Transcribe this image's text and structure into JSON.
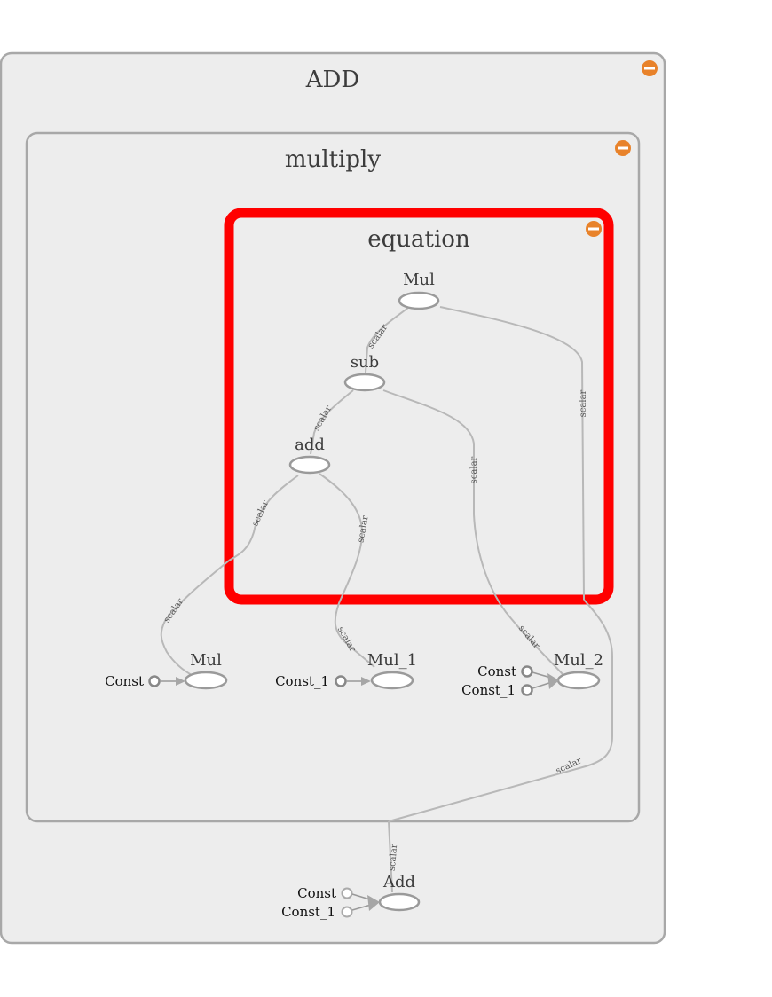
{
  "scopes": {
    "outer": {
      "title": "ADD"
    },
    "middle": {
      "title": "multiply"
    },
    "inner": {
      "title": "equation"
    }
  },
  "ops": {
    "eq_mul": "Mul",
    "eq_sub": "sub",
    "eq_add": "add",
    "mul": "Mul",
    "mul_1": "Mul_1",
    "mul_2": "Mul_2",
    "add_final": "Add"
  },
  "consts": {
    "mul_const": "Const",
    "mul1_const": "Const_1",
    "mul2_const": "Const",
    "mul2_const1": "Const_1",
    "add_const": "Const",
    "add_const1": "Const_1"
  },
  "edge_label": "scalar",
  "colors": {
    "highlight": "#ff0000",
    "collapse": "#e8822a",
    "scope_fill": "#ededed"
  }
}
